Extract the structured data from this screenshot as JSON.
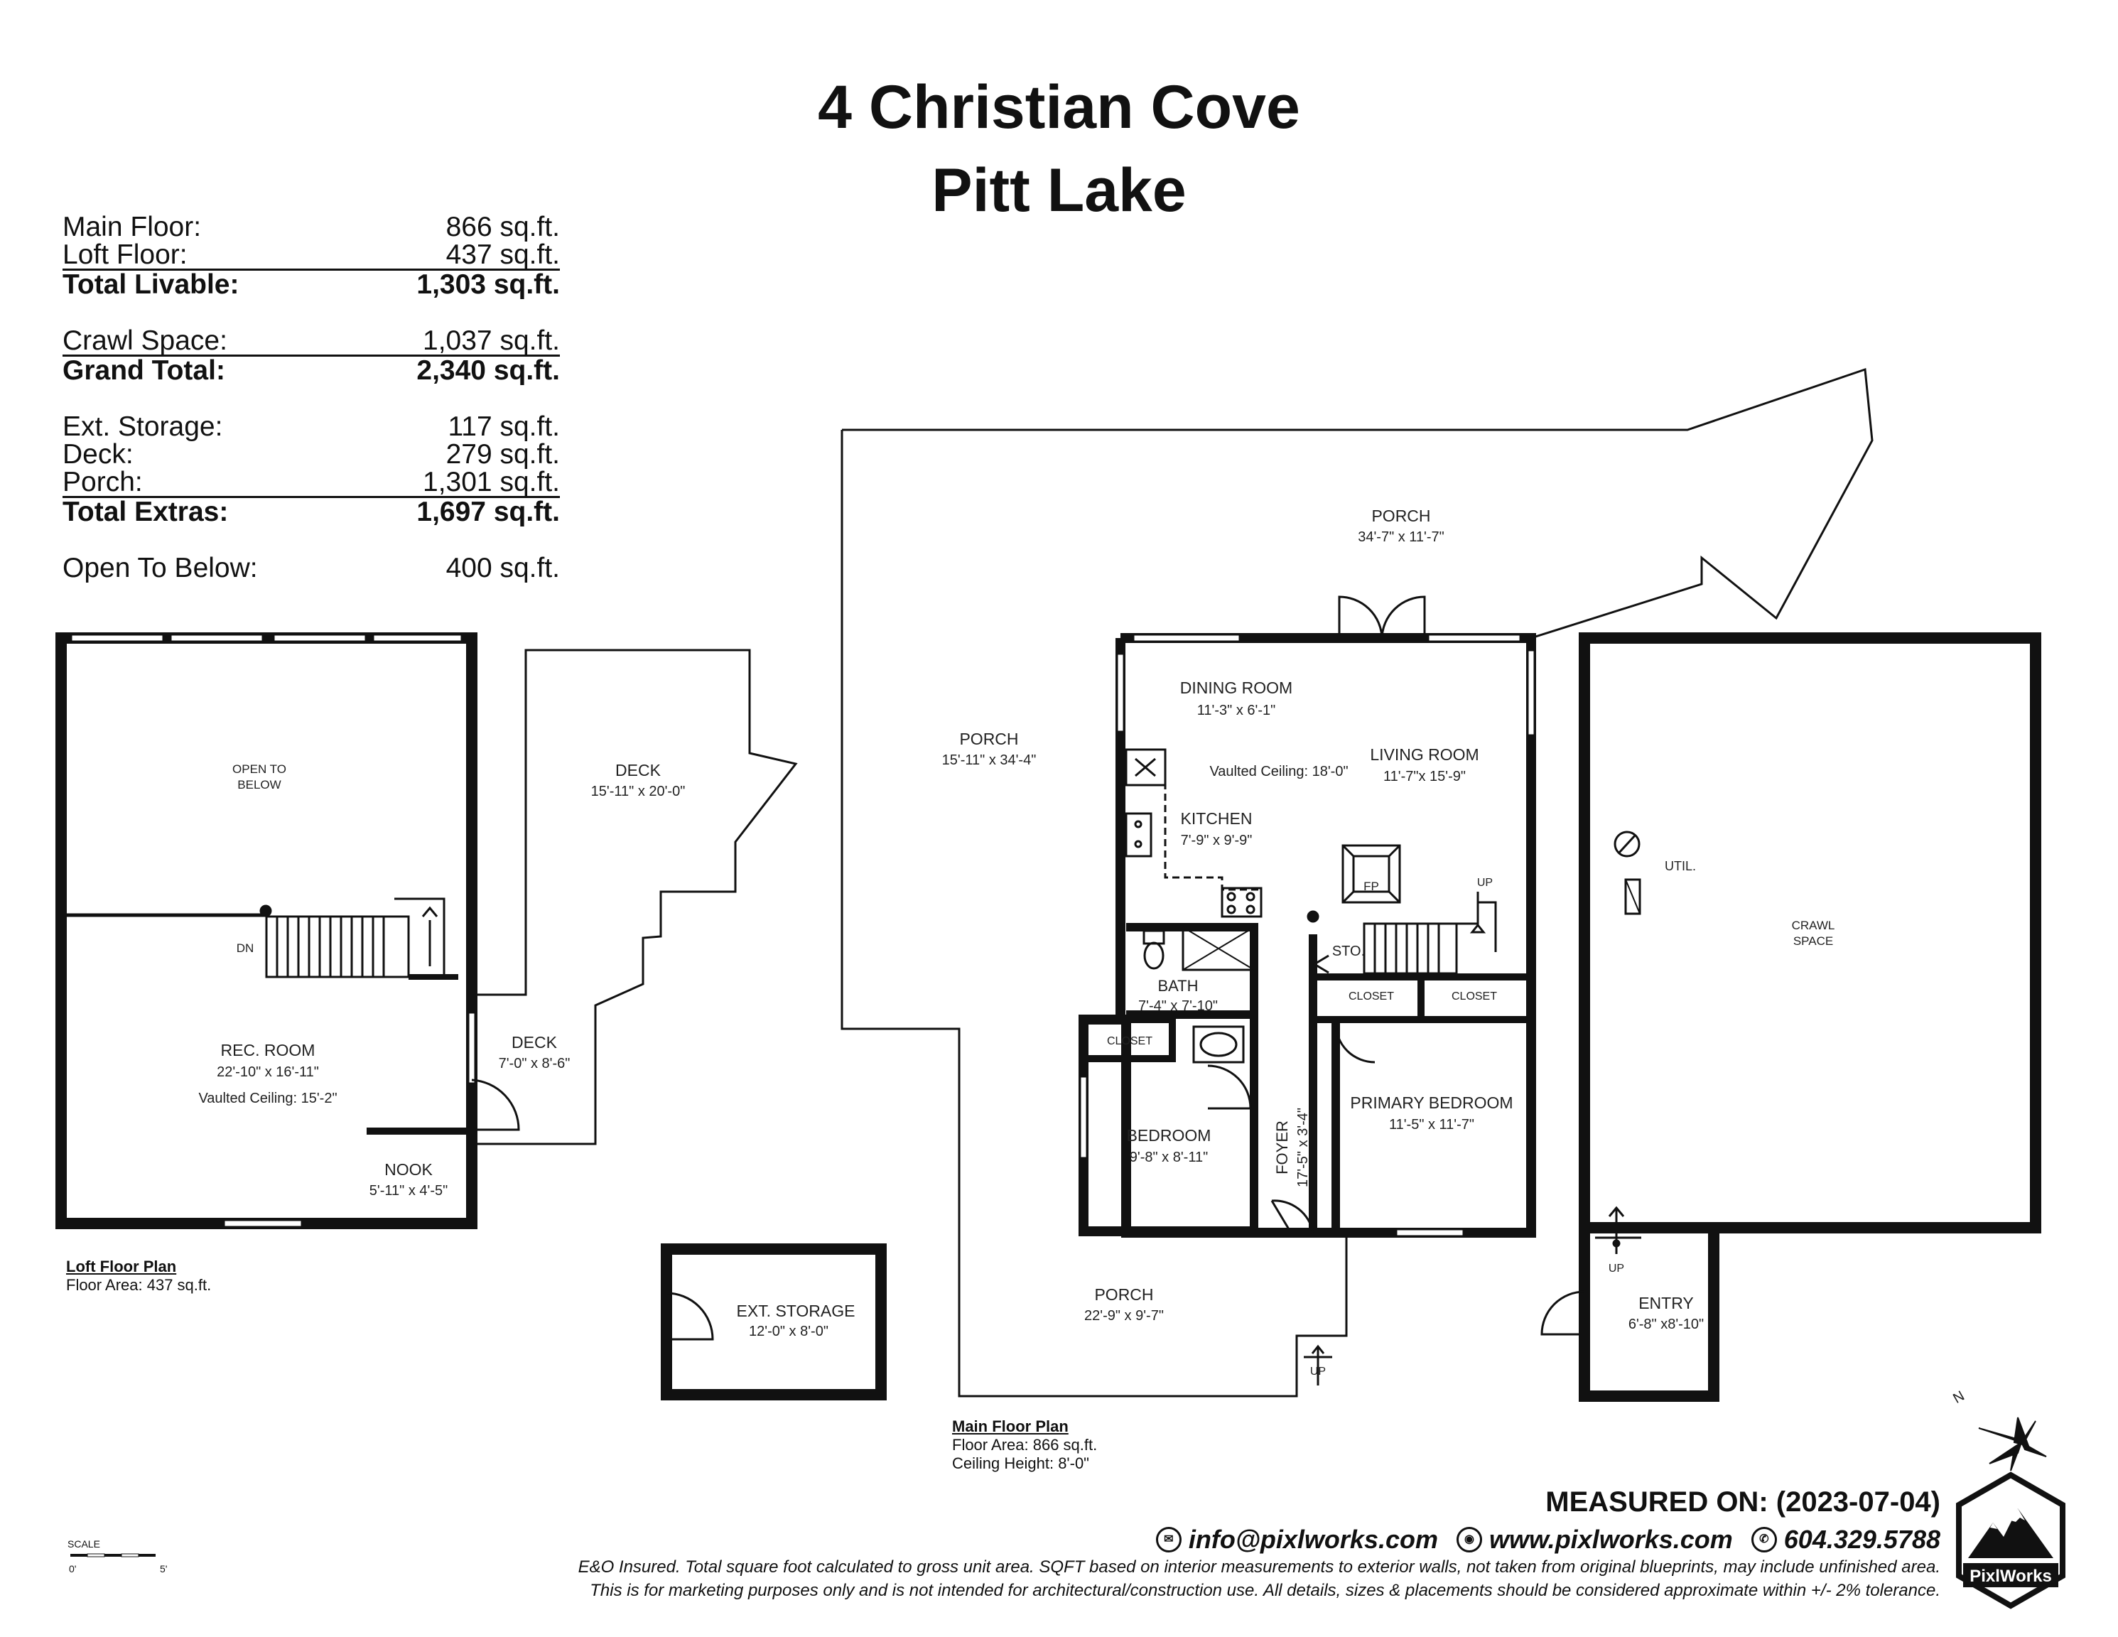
{
  "title": {
    "line1": "4 Christian Cove",
    "line2": "Pitt Lake"
  },
  "areas": [
    {
      "label": "Main Floor:",
      "value": "866 sq.ft.",
      "total": false
    },
    {
      "label": "Loft Floor:",
      "value": "437 sq.ft.",
      "total": false
    },
    {
      "label": "Total Livable:",
      "value": "1,303 sq.ft.",
      "total": true
    },
    {
      "label": "Crawl Space:",
      "value": "1,037 sq.ft.",
      "total": false,
      "gap": true
    },
    {
      "label": "Grand Total:",
      "value": "2,340 sq.ft.",
      "total": true
    },
    {
      "label": "Ext. Storage:",
      "value": "117 sq.ft.",
      "total": false,
      "gap": true
    },
    {
      "label": "Deck:",
      "value": "279 sq.ft.",
      "total": false
    },
    {
      "label": "Porch:",
      "value": "1,301 sq.ft.",
      "total": false
    },
    {
      "label": "Total Extras:",
      "value": "1,697 sq.ft.",
      "total": true
    },
    {
      "label": "Open To Below:",
      "value": "400 sq.ft.",
      "total": false,
      "gap": true
    }
  ],
  "loft_plan": {
    "heading": "Loft Floor Plan",
    "area": "Floor Area: 437 sq.ft."
  },
  "main_plan": {
    "heading": "Main Floor Plan",
    "area": "Floor Area: 866 sq.ft.",
    "ceiling": "Ceiling Height: 8'-0\""
  },
  "rooms": {
    "open_to_below_1": "OPEN TO",
    "open_to_below_2": "BELOW",
    "dn": "DN",
    "rec_room": "REC. ROOM",
    "rec_room_dim": "22'-10\" x 16'-11\"",
    "rec_room_ceiling": "Vaulted Ceiling: 15'-2\"",
    "nook": "NOOK",
    "nook_dim": "5'-11\" x 4'-5\"",
    "deck_small": "DECK",
    "deck_small_dim": "7'-0\" x 8'-6\"",
    "deck_big": "DECK",
    "deck_big_dim": "15'-11\" x 20'-0\"",
    "ext_storage": "EXT. STORAGE",
    "ext_storage_dim": "12'-0\" x 8'-0\"",
    "porch_top": "PORCH",
    "porch_top_dim": "34'-7\" x 11'-7\"",
    "porch_left": "PORCH",
    "porch_left_dim": "15'-11\" x 34'-4\"",
    "porch_bottom": "PORCH",
    "porch_bottom_dim": "22'-9\" x 9'-7\"",
    "dining": "DINING ROOM",
    "dining_dim": "11'-3\" x 6'-1\"",
    "vaulted": "Vaulted Ceiling: 18'-0\"",
    "living": "LIVING ROOM",
    "living_dim": "11'-7\"x 15'-9\"",
    "kitchen": "KITCHEN",
    "kitchen_dim": "7'-9\" x 9'-9\"",
    "fp": "FP",
    "up": "UP",
    "sto": "STO.",
    "closet": "CLOSET",
    "bath": "BATH",
    "bath_dim": "7'-4\" x 7'-10\"",
    "bedroom": "BEDROOM",
    "bedroom_dim": "9'-8\" x 8'-11\"",
    "foyer": "FOYER",
    "foyer_dim": "17'-5\" x 3'-4\"",
    "primary": "PRIMARY BEDROOM",
    "primary_dim": "11'-5\" x 11'-7\"",
    "util": "UTIL.",
    "crawl_1": "CRAWL",
    "crawl_2": "SPACE",
    "entry": "ENTRY",
    "entry_dim": "6'-8\" x8'-10\"",
    "north": "N"
  },
  "footer": {
    "measured": "MEASURED ON: (2023-07-04)",
    "email": "info@pixlworks.com",
    "web": "www.pixlworks.com",
    "phone": "604.329.5788",
    "disclaimer1": "E&O Insured.  Total square foot calculated to gross unit area. SQFT based on interior measurements to exterior walls, not taken from original blueprints, may include unfinished area.",
    "disclaimer2": "This is for marketing purposes only and is not intended for architectural/construction use.  All details, sizes & placements should be considered approximate within +/- 2%  tolerance.",
    "scale": "SCALE",
    "scale_0": "0'",
    "scale_5": "5'",
    "logo_text": "PixlWorks"
  }
}
